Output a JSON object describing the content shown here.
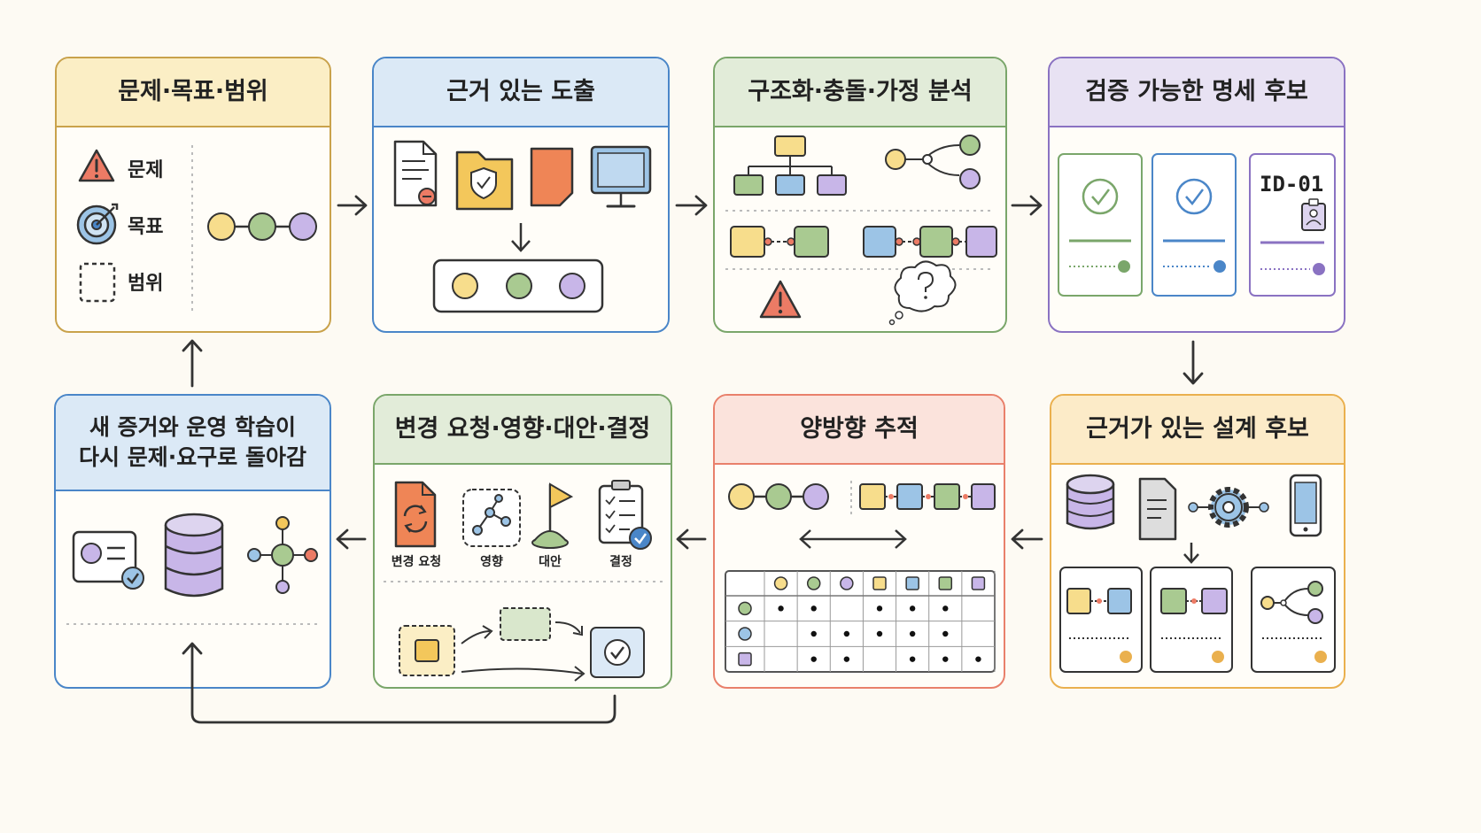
{
  "colors": {
    "yellow": "#f3c75b",
    "blue": "#4a86c8",
    "green": "#7aa66a",
    "purple": "#8a72c2",
    "red": "#e9806b",
    "orange": "#eab04e",
    "card_yellow_head": "#fbeec5",
    "card_blue_head": "#dbe9f6",
    "card_green_head": "#e2ecd9",
    "card_purple_head": "#e8e2f3",
    "card_red_head": "#fbe3dc",
    "card_orange_head": "#fcebc8"
  },
  "steps": {
    "s1": {
      "title": "문제·목표·범위",
      "items": [
        "문제",
        "목표",
        "범위"
      ]
    },
    "s2": {
      "title": "근거 있는 도출"
    },
    "s3": {
      "title": "구조화·충돌·가정 분석"
    },
    "s4": {
      "title": "검증 가능한 명세 후보",
      "id_tag": "ID-01"
    },
    "s5": {
      "title": "근거가 있는 설계 후보"
    },
    "s6": {
      "title": "양방향 추적"
    },
    "s7": {
      "title": "변경 요청·영향·대안·결정",
      "items": [
        "변경 요청",
        "영향",
        "대안",
        "결정"
      ]
    },
    "s8": {
      "title": "새 증거와 운영 학습이\n다시 문제·요구로 돌아감"
    }
  },
  "icons": {
    "s1": [
      "warning-icon",
      "target-icon",
      "dashed-scope-icon",
      "linked-circles-icon"
    ],
    "s2": [
      "document-icon",
      "shield-folder-icon",
      "sticky-note-icon",
      "monitor-icon",
      "down-arrow-icon"
    ],
    "s3": [
      "hierarchy-icon",
      "branch-icon",
      "warning-icon",
      "thought-bubble-icon"
    ],
    "s4": [
      "check-icon",
      "check-icon",
      "badge-icon"
    ],
    "s5": [
      "database-icon",
      "document-icon",
      "gear-icon",
      "phone-icon"
    ],
    "s6": [
      "double-arrow-icon",
      "trace-matrix"
    ],
    "s7": [
      "refresh-document-icon",
      "impact-graph-icon",
      "flag-icon",
      "checklist-icon"
    ],
    "s8": [
      "profile-card-icon",
      "database-icon",
      "network-icon"
    ]
  }
}
